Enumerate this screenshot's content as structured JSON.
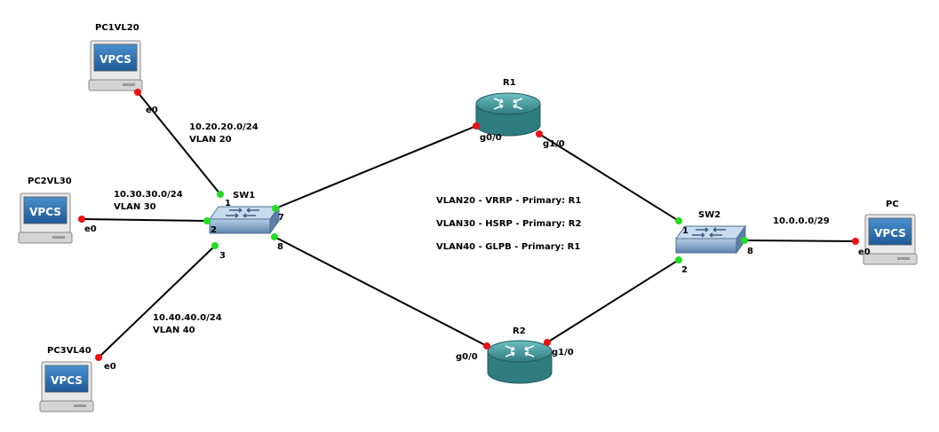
{
  "nodes": {
    "pc1": {
      "name": "PC1VL20",
      "icon": "vpcs-pc-icon",
      "screen_text": "VPCS"
    },
    "pc2": {
      "name": "PC2VL30",
      "icon": "vpcs-pc-icon",
      "screen_text": "VPCS"
    },
    "pc3": {
      "name": "PC3VL40",
      "icon": "vpcs-pc-icon",
      "screen_text": "VPCS"
    },
    "pc": {
      "name": "PC",
      "icon": "vpcs-pc-icon",
      "screen_text": "VPCS"
    },
    "sw1": {
      "name": "SW1",
      "icon": "switch-icon"
    },
    "sw2": {
      "name": "SW2",
      "icon": "switch-icon"
    },
    "r1": {
      "name": "R1",
      "icon": "router-icon"
    },
    "r2": {
      "name": "R2",
      "icon": "router-icon"
    }
  },
  "ports": {
    "pc1_e0": "e0",
    "pc2_e0": "e0",
    "pc3_e0": "e0",
    "pc_e0": "e0",
    "sw1_p1": "1",
    "sw1_p2": "2",
    "sw1_p3": "3",
    "sw1_p7": "7",
    "sw1_p8": "8",
    "sw2_p1": "1",
    "sw2_p2": "2",
    "sw2_p8": "8",
    "r1_g00": "g0/0",
    "r1_g10": "g1/0",
    "r2_g00": "g0/0",
    "r2_g10": "g1/0"
  },
  "links": [
    {
      "from": "PC1VL20 e0",
      "to": "SW1 1"
    },
    {
      "from": "PC2VL30 e0",
      "to": "SW1 2"
    },
    {
      "from": "PC3VL40 e0",
      "to": "SW1 3"
    },
    {
      "from": "SW1 7",
      "to": "R1 g0/0"
    },
    {
      "from": "SW1 8",
      "to": "R2 g0/0"
    },
    {
      "from": "R1 g1/0",
      "to": "SW2 1"
    },
    {
      "from": "R2 g1/0",
      "to": "SW2 2"
    },
    {
      "from": "SW2 8",
      "to": "PC e0"
    }
  ],
  "subnets": {
    "vlan20": {
      "net": "10.20.20.0/24",
      "vlan": "VLAN 20"
    },
    "vlan30": {
      "net": "10.30.30.0/24",
      "vlan": "VLAN 30"
    },
    "vlan40": {
      "net": "10.40.40.0/24",
      "vlan": "VLAN 40"
    },
    "pc_net": {
      "net": "10.0.0.0/29"
    }
  },
  "notes": [
    "VLAN20 - VRRP - Primary: R1",
    "VLAN30 - HSRP - Primary: R2",
    "VLAN40 - GLPB - Primary: R1"
  ],
  "colors": {
    "link": "#000000",
    "port_up": "#22dd22",
    "port_down": "#ee1111",
    "router_body": "#3d8f93",
    "router_top": "#5fb1b4",
    "switch_body": "#6f95bd",
    "switch_top": "#a9c3de",
    "pc_screen": "#2a6fb0"
  }
}
